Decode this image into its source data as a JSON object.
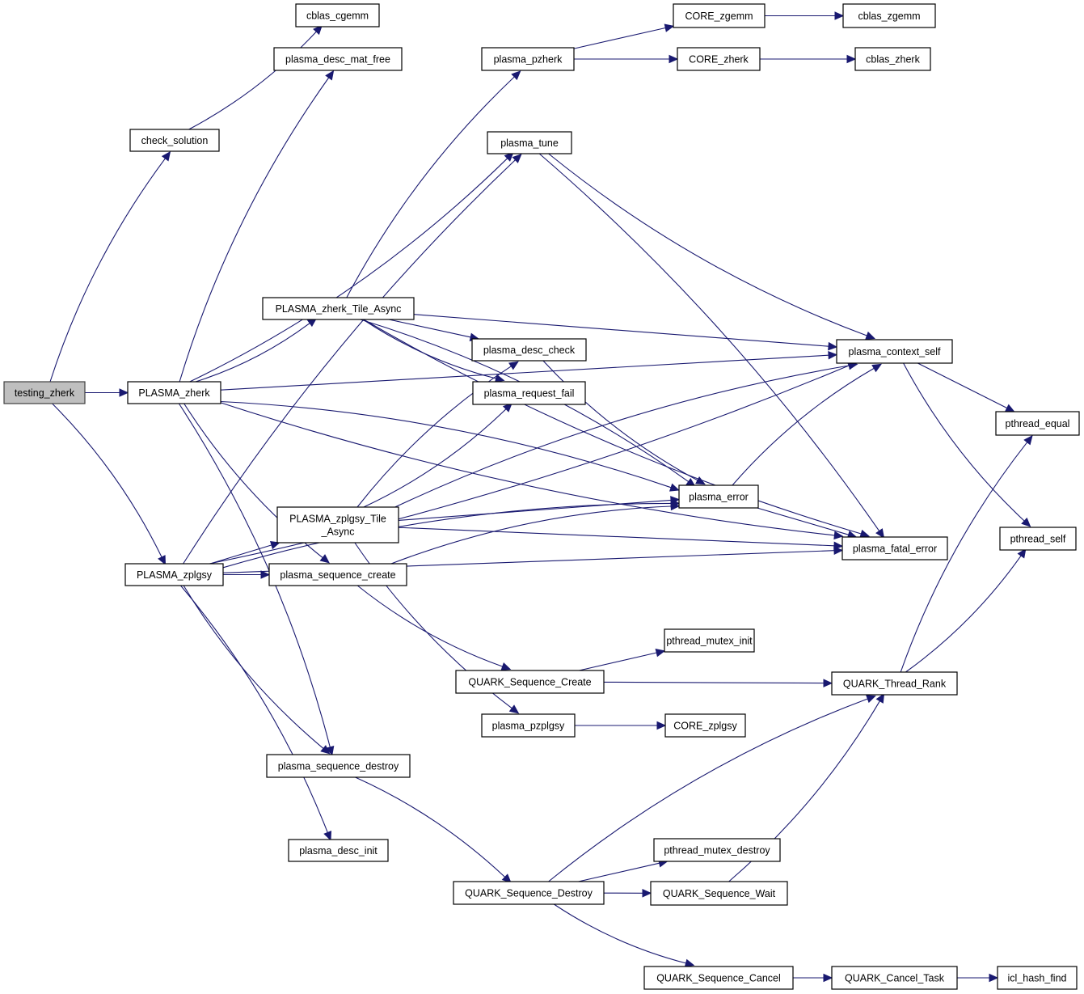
{
  "diagram": {
    "title": "Call graph for testing_zherk",
    "colors": {
      "edge": "#191970",
      "root_fill": "#bfbfbf",
      "node_fill": "#ffffff",
      "node_border": "#000000"
    },
    "root": "testing_zherk",
    "nodes": [
      {
        "id": "testing_zherk",
        "lines": [
          "testing_zherk"
        ]
      },
      {
        "id": "check_solution",
        "lines": [
          "check_solution"
        ]
      },
      {
        "id": "PLASMA_zherk",
        "lines": [
          "PLASMA_zherk"
        ]
      },
      {
        "id": "PLASMA_zplgsy",
        "lines": [
          "PLASMA_zplgsy"
        ]
      },
      {
        "id": "cblas_cgemm",
        "lines": [
          "cblas_cgemm"
        ]
      },
      {
        "id": "plasma_desc_mat_free",
        "lines": [
          "plasma_desc_mat_free"
        ]
      },
      {
        "id": "PLASMA_zherk_Tile_Async",
        "lines": [
          "PLASMA_zherk_Tile_Async"
        ]
      },
      {
        "id": "PLASMA_zplgsy_Tile_Async",
        "lines": [
          "PLASMA_zplgsy_Tile",
          "_Async"
        ]
      },
      {
        "id": "plasma_sequence_create",
        "lines": [
          "plasma_sequence_create"
        ]
      },
      {
        "id": "plasma_sequence_destroy",
        "lines": [
          "plasma_sequence_destroy"
        ]
      },
      {
        "id": "plasma_desc_init",
        "lines": [
          "plasma_desc_init"
        ]
      },
      {
        "id": "plasma_pzherk",
        "lines": [
          "plasma_pzherk"
        ]
      },
      {
        "id": "plasma_tune",
        "lines": [
          "plasma_tune"
        ]
      },
      {
        "id": "plasma_desc_check",
        "lines": [
          "plasma_desc_check"
        ]
      },
      {
        "id": "plasma_request_fail",
        "lines": [
          "plasma_request_fail"
        ]
      },
      {
        "id": "QUARK_Sequence_Create",
        "lines": [
          "QUARK_Sequence_Create"
        ]
      },
      {
        "id": "plasma_pzplgsy",
        "lines": [
          "plasma_pzplgsy"
        ]
      },
      {
        "id": "QUARK_Sequence_Destroy",
        "lines": [
          "QUARK_Sequence_Destroy"
        ]
      },
      {
        "id": "CORE_zgemm",
        "lines": [
          "CORE_zgemm"
        ]
      },
      {
        "id": "CORE_zherk",
        "lines": [
          "CORE_zherk"
        ]
      },
      {
        "id": "plasma_error",
        "lines": [
          "plasma_error"
        ]
      },
      {
        "id": "pthread_mutex_init",
        "lines": [
          "pthread_mutex_init"
        ]
      },
      {
        "id": "CORE_zplgsy",
        "lines": [
          "CORE_zplgsy"
        ]
      },
      {
        "id": "pthread_mutex_destroy",
        "lines": [
          "pthread_mutex_destroy"
        ]
      },
      {
        "id": "QUARK_Sequence_Wait",
        "lines": [
          "QUARK_Sequence_Wait"
        ]
      },
      {
        "id": "QUARK_Sequence_Cancel",
        "lines": [
          "QUARK_Sequence_Cancel"
        ]
      },
      {
        "id": "cblas_zgemm",
        "lines": [
          "cblas_zgemm"
        ]
      },
      {
        "id": "cblas_zherk",
        "lines": [
          "cblas_zherk"
        ]
      },
      {
        "id": "plasma_context_self",
        "lines": [
          "plasma_context_self"
        ]
      },
      {
        "id": "plasma_fatal_error",
        "lines": [
          "plasma_fatal_error"
        ]
      },
      {
        "id": "QUARK_Thread_Rank",
        "lines": [
          "QUARK_Thread_Rank"
        ]
      },
      {
        "id": "QUARK_Cancel_Task",
        "lines": [
          "QUARK_Cancel_Task"
        ]
      },
      {
        "id": "pthread_equal",
        "lines": [
          "pthread_equal"
        ]
      },
      {
        "id": "pthread_self",
        "lines": [
          "pthread_self"
        ]
      },
      {
        "id": "icl_hash_find",
        "lines": [
          "icl_hash_find"
        ]
      }
    ],
    "edges": [
      [
        "testing_zherk",
        "check_solution"
      ],
      [
        "testing_zherk",
        "PLASMA_zherk"
      ],
      [
        "testing_zherk",
        "PLASMA_zplgsy"
      ],
      [
        "check_solution",
        "cblas_cgemm"
      ],
      [
        "PLASMA_zherk",
        "plasma_desc_mat_free"
      ],
      [
        "PLASMA_zherk",
        "plasma_tune"
      ],
      [
        "PLASMA_zherk",
        "plasma_context_self"
      ],
      [
        "PLASMA_zherk",
        "PLASMA_zherk_Tile_Async"
      ],
      [
        "PLASMA_zherk",
        "plasma_error"
      ],
      [
        "PLASMA_zherk",
        "plasma_sequence_create"
      ],
      [
        "PLASMA_zherk",
        "plasma_sequence_destroy"
      ],
      [
        "PLASMA_zherk",
        "plasma_fatal_error"
      ],
      [
        "PLASMA_zplgsy",
        "plasma_tune"
      ],
      [
        "PLASMA_zplgsy",
        "plasma_context_self"
      ],
      [
        "PLASMA_zplgsy",
        "PLASMA_zplgsy_Tile_Async"
      ],
      [
        "PLASMA_zplgsy",
        "plasma_sequence_create"
      ],
      [
        "PLASMA_zplgsy",
        "plasma_error"
      ],
      [
        "PLASMA_zplgsy",
        "plasma_sequence_destroy"
      ],
      [
        "PLASMA_zplgsy",
        "plasma_desc_init"
      ],
      [
        "PLASMA_zplgsy",
        "plasma_fatal_error"
      ],
      [
        "PLASMA_zherk_Tile_Async",
        "plasma_pzherk"
      ],
      [
        "PLASMA_zherk_Tile_Async",
        "plasma_context_self"
      ],
      [
        "PLASMA_zherk_Tile_Async",
        "plasma_desc_check"
      ],
      [
        "PLASMA_zherk_Tile_Async",
        "plasma_request_fail"
      ],
      [
        "PLASMA_zherk_Tile_Async",
        "plasma_error"
      ],
      [
        "PLASMA_zherk_Tile_Async",
        "plasma_fatal_error"
      ],
      [
        "PLASMA_zplgsy_Tile_Async",
        "plasma_desc_check"
      ],
      [
        "PLASMA_zplgsy_Tile_Async",
        "plasma_request_fail"
      ],
      [
        "PLASMA_zplgsy_Tile_Async",
        "plasma_context_self"
      ],
      [
        "PLASMA_zplgsy_Tile_Async",
        "plasma_error"
      ],
      [
        "PLASMA_zplgsy_Tile_Async",
        "plasma_fatal_error"
      ],
      [
        "PLASMA_zplgsy_Tile_Async",
        "plasma_pzplgsy"
      ],
      [
        "plasma_sequence_create",
        "plasma_error"
      ],
      [
        "plasma_sequence_create",
        "QUARK_Sequence_Create"
      ],
      [
        "plasma_sequence_destroy",
        "QUARK_Sequence_Destroy"
      ],
      [
        "plasma_pzherk",
        "CORE_zgemm"
      ],
      [
        "plasma_pzherk",
        "CORE_zherk"
      ],
      [
        "CORE_zgemm",
        "cblas_zgemm"
      ],
      [
        "CORE_zherk",
        "cblas_zherk"
      ],
      [
        "plasma_tune",
        "plasma_context_self"
      ],
      [
        "plasma_tune",
        "plasma_fatal_error"
      ],
      [
        "plasma_desc_check",
        "plasma_error"
      ],
      [
        "plasma_error",
        "plasma_context_self"
      ],
      [
        "plasma_error",
        "plasma_fatal_error"
      ],
      [
        "plasma_context_self",
        "pthread_equal"
      ],
      [
        "plasma_context_self",
        "pthread_self"
      ],
      [
        "QUARK_Sequence_Create",
        "pthread_mutex_init"
      ],
      [
        "QUARK_Sequence_Create",
        "QUARK_Thread_Rank"
      ],
      [
        "plasma_pzplgsy",
        "CORE_zplgsy"
      ],
      [
        "QUARK_Sequence_Destroy",
        "pthread_mutex_destroy"
      ],
      [
        "QUARK_Sequence_Destroy",
        "QUARK_Sequence_Wait"
      ],
      [
        "QUARK_Sequence_Destroy",
        "QUARK_Sequence_Cancel"
      ],
      [
        "QUARK_Sequence_Destroy",
        "QUARK_Thread_Rank"
      ],
      [
        "QUARK_Sequence_Wait",
        "QUARK_Thread_Rank"
      ],
      [
        "QUARK_Sequence_Cancel",
        "QUARK_Cancel_Task"
      ],
      [
        "QUARK_Cancel_Task",
        "icl_hash_find"
      ],
      [
        "QUARK_Thread_Rank",
        "pthread_equal"
      ],
      [
        "QUARK_Thread_Rank",
        "pthread_self"
      ]
    ]
  }
}
